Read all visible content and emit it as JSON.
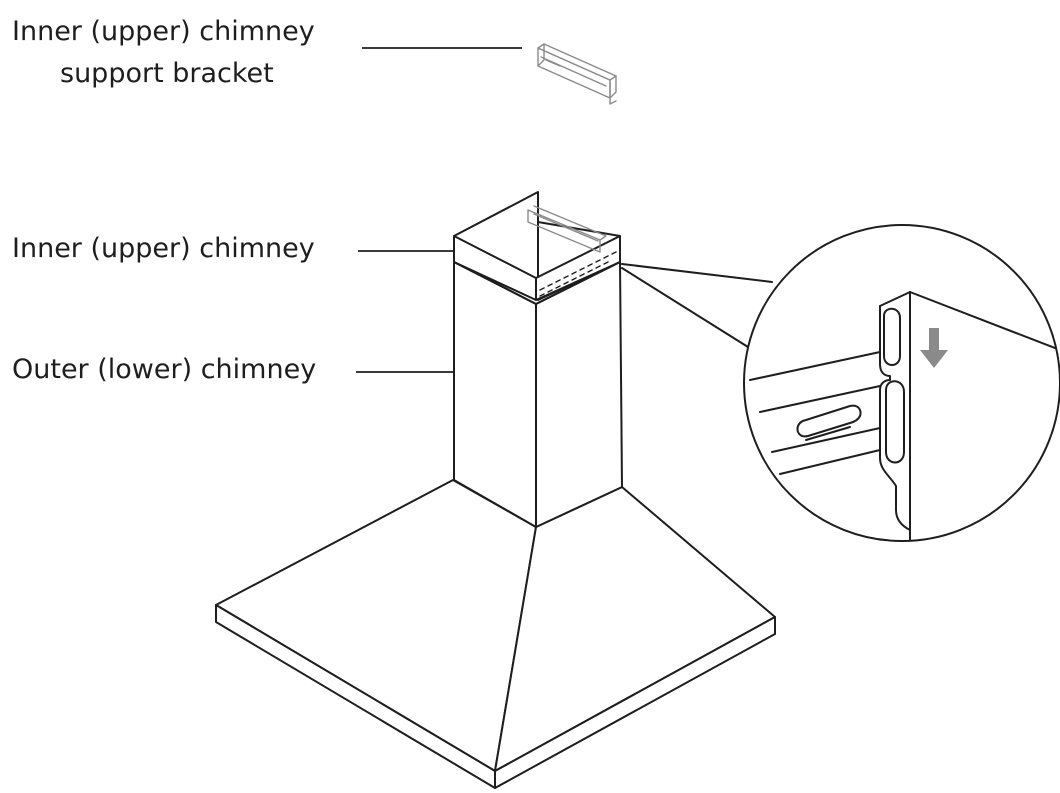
{
  "labels": {
    "bracket_line1": "Inner (upper) chimney",
    "bracket_line2": "support bracket",
    "inner_chimney": "Inner (upper) chimney",
    "outer_chimney": "Outer (lower) chimney"
  },
  "colors": {
    "line": "#1e1e1e",
    "background": "#ffffff",
    "arrow": "#8a8a8a"
  },
  "icons": {
    "detail_arrow": "arrow-down-icon"
  }
}
